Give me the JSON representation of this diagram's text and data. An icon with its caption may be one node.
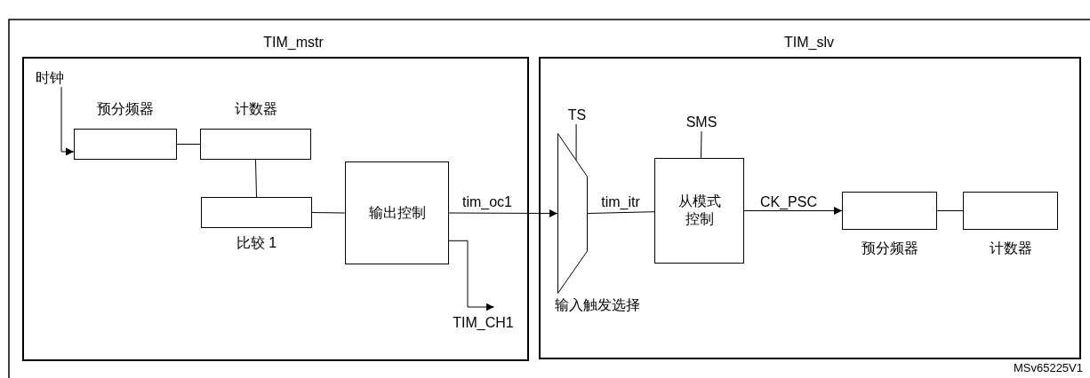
{
  "diagram": {
    "nodes": [
      {
        "text": [
          "TIM_mstr"
        ]
      },
      {
        "text": [
          "时钟"
        ],
        "in": 0
      },
      {
        "text": [
          "预分频器"
        ],
        "in": 0
      },
      {
        "text": [
          "计数器"
        ],
        "in": 0
      },
      {
        "text": [
          "比较 1"
        ],
        "in": 0
      },
      {
        "text": [
          "输出控制"
        ],
        "in": 0
      },
      {
        "text": [
          "TIM_CH1"
        ],
        "in": 0
      },
      {
        "text": [
          "TIM_slv"
        ]
      },
      {
        "text": [
          "输入触发选择"
        ],
        "in": 7
      },
      {
        "text": [
          "TS"
        ],
        "in": 7
      },
      {
        "text": [
          "从模式控制"
        ],
        "in": 7
      },
      {
        "text": [
          "SMS"
        ],
        "in": 7
      },
      {
        "text": [
          "预分频器"
        ],
        "in": 7
      },
      {
        "text": [
          "计数器"
        ],
        "in": 7
      }
    ],
    "edges": [
      {
        "from": 1,
        "to": 2,
        "arrow": "to"
      },
      {
        "from": 2,
        "to": 3,
        "arrow": "none"
      },
      {
        "from": 3,
        "to": 4,
        "arrow": "none"
      },
      {
        "from": 4,
        "to": 5,
        "arrow": "none"
      },
      {
        "from": 5,
        "to": 8,
        "arrow": "to",
        "label": "tim_oc1"
      },
      {
        "from": 5,
        "to": 6,
        "arrow": "to"
      },
      {
        "from": 9,
        "to": 8,
        "arrow": "none"
      },
      {
        "from": 8,
        "to": 10,
        "arrow": "none",
        "label": "tim_itr"
      },
      {
        "from": 11,
        "to": 10,
        "arrow": "none"
      },
      {
        "from": 10,
        "to": 12,
        "arrow": "to",
        "label": "CK_PSC"
      },
      {
        "from": 12,
        "to": 13,
        "arrow": "none"
      }
    ],
    "labels": [
      "MSv65225V1"
    ]
  }
}
